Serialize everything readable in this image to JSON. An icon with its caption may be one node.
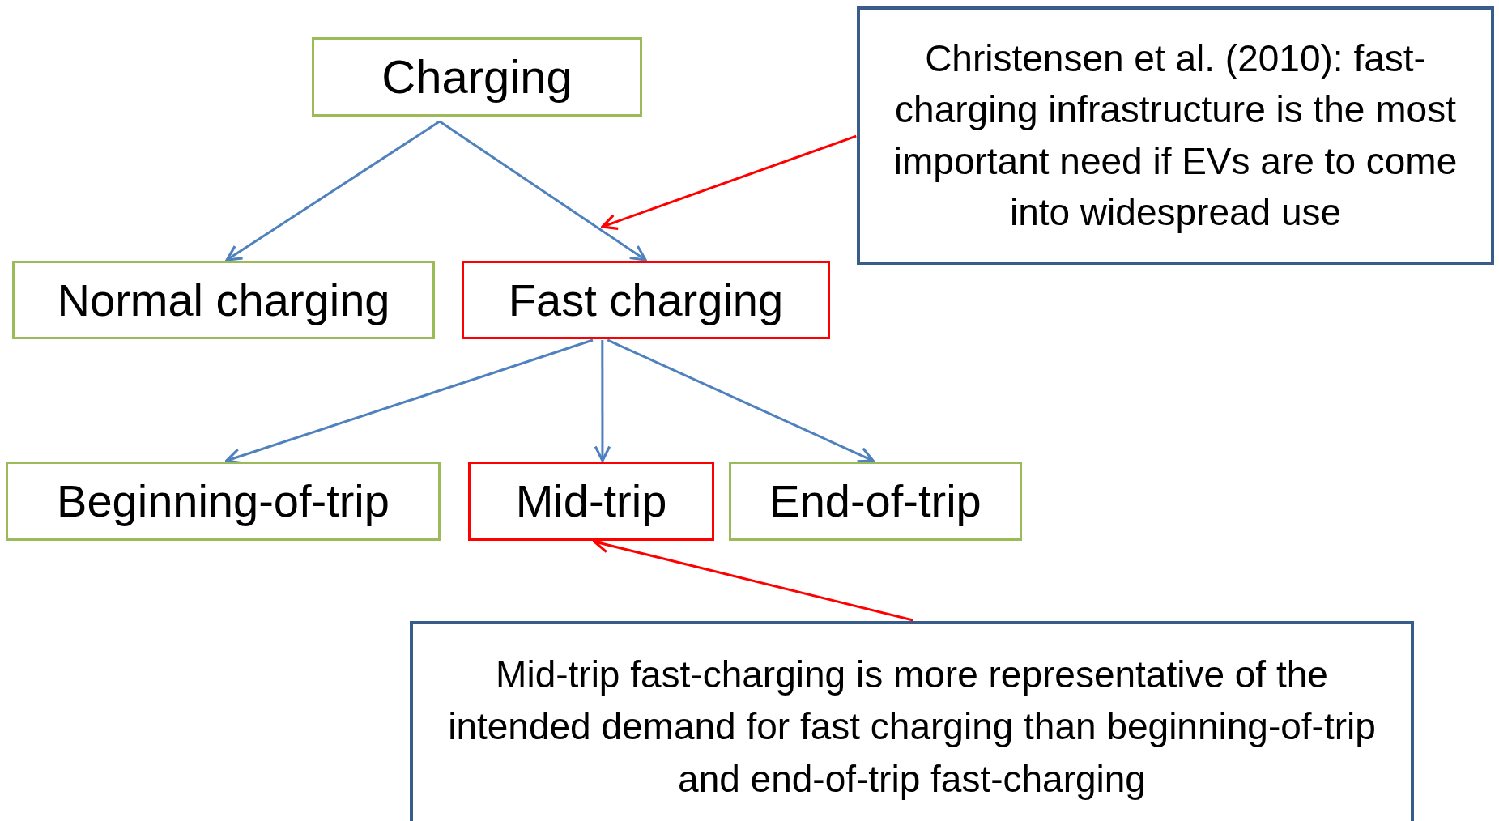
{
  "diagram": {
    "nodes": [
      {
        "text": [
          "Charging"
        ]
      },
      {
        "text": [
          "Normal charging"
        ]
      },
      {
        "text": [
          "Fast charging"
        ]
      },
      {
        "text": [
          "Beginning-of-trip"
        ]
      },
      {
        "text": [
          "Mid-trip"
        ]
      },
      {
        "text": [
          "End-of-trip"
        ]
      },
      {
        "text": [
          "Christensen et al. (2010): fast-charging infrastructure is the most important need if EVs are to come into widespread use"
        ]
      },
      {
        "text": [
          "Mid-trip fast-charging is more representative of the intended demand for fast charging than beginning-of-trip and end-of-trip fast-charging"
        ]
      }
    ],
    "edges": [
      {
        "from": 0,
        "to": 1,
        "arrow": "to"
      },
      {
        "from": 0,
        "to": 2,
        "arrow": "to"
      },
      {
        "from": 2,
        "to": 3,
        "arrow": "to"
      },
      {
        "from": 2,
        "to": 4,
        "arrow": "to"
      },
      {
        "from": 2,
        "to": 5,
        "arrow": "to"
      },
      {
        "from": 6,
        "to": 2,
        "arrow": "to",
        "color": "#ff0000"
      },
      {
        "from": 7,
        "to": 4,
        "arrow": "to",
        "color": "#ff0000"
      }
    ]
  }
}
